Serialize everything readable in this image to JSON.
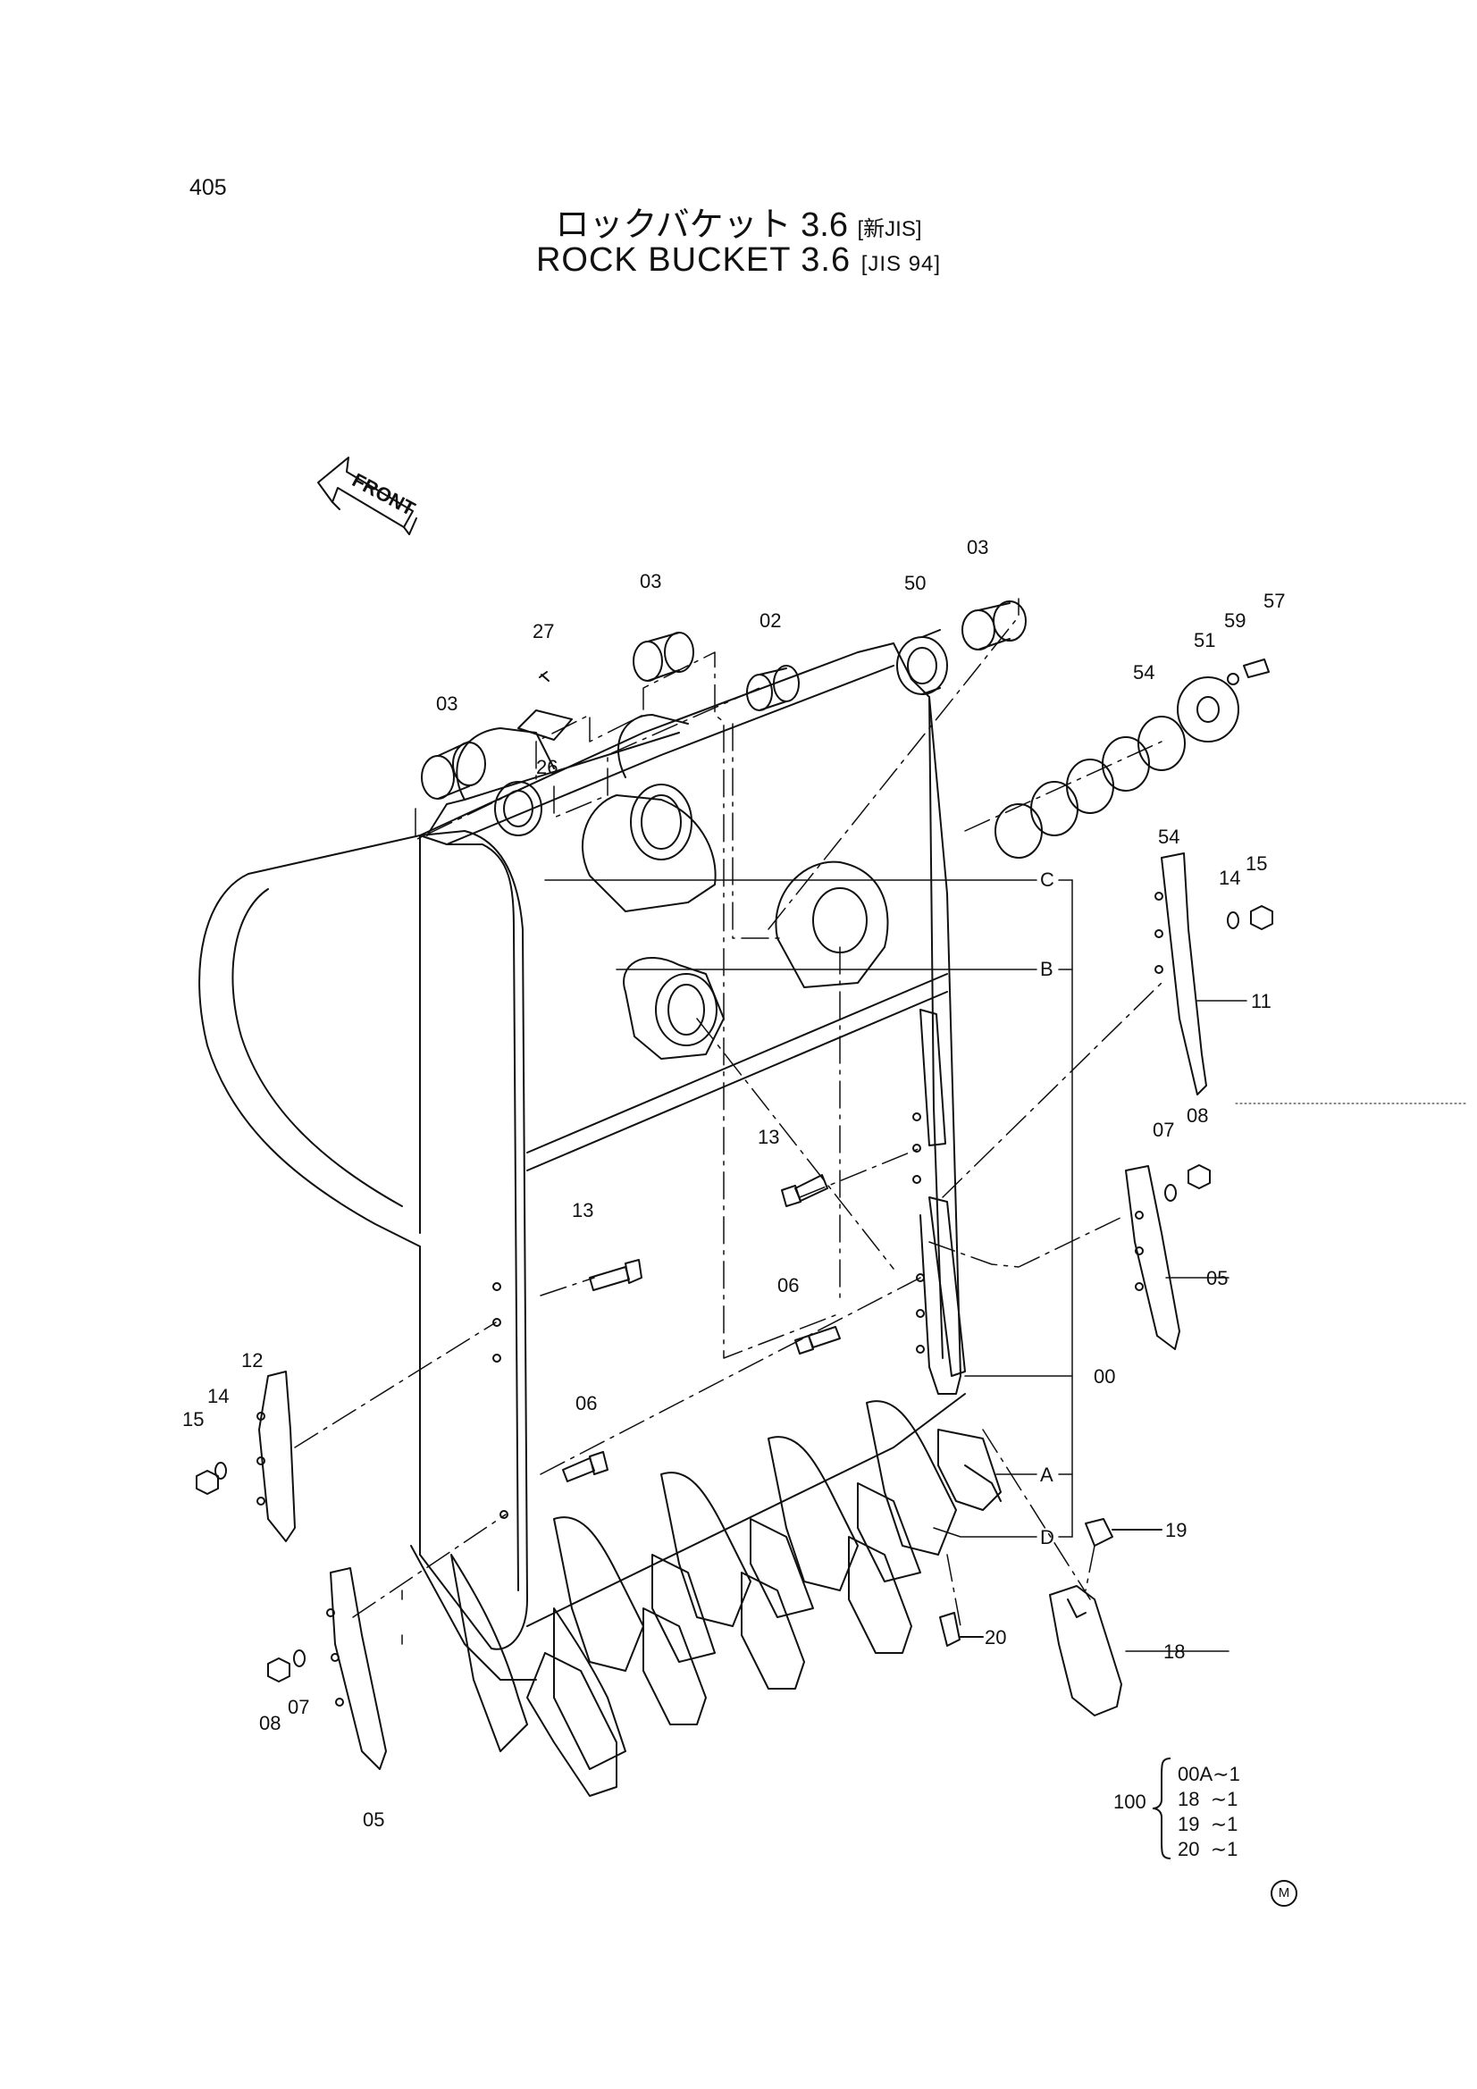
{
  "page_number": "405",
  "title_jp": "ロックバケット 3.6",
  "title_jp_bracket": "[新JIS]",
  "title_en": "ROCK  BUCKET  3.6",
  "title_en_bracket": "[JIS 94]",
  "front_label": "FRONT",
  "callouts": {
    "p03a": "03",
    "p03b": "03",
    "p03c": "03",
    "p02": "02",
    "p50": "50",
    "p27": "27",
    "p26": "26",
    "p51": "51",
    "p59": "59",
    "p57": "57",
    "p54a": "54",
    "p54b": "54",
    "p14a": "14",
    "p15a": "15",
    "p11": "11",
    "p07a": "07",
    "p08a": "08",
    "p05a": "05",
    "p13a": "13",
    "p13b": "13",
    "p06a": "06",
    "p06b": "06",
    "p00": "00",
    "p12": "12",
    "p14b": "14",
    "p15b": "15",
    "p08b": "08",
    "p07b": "07",
    "p05b": "05",
    "p19": "19",
    "p20": "20",
    "p18": "18",
    "refA": "A",
    "refB": "B",
    "refC": "C",
    "refD": "D"
  },
  "kit": {
    "label": "100",
    "lines": [
      "00A∼1",
      "18  ∼1",
      "19  ∼1",
      "20  ∼1"
    ]
  },
  "mark": "M"
}
